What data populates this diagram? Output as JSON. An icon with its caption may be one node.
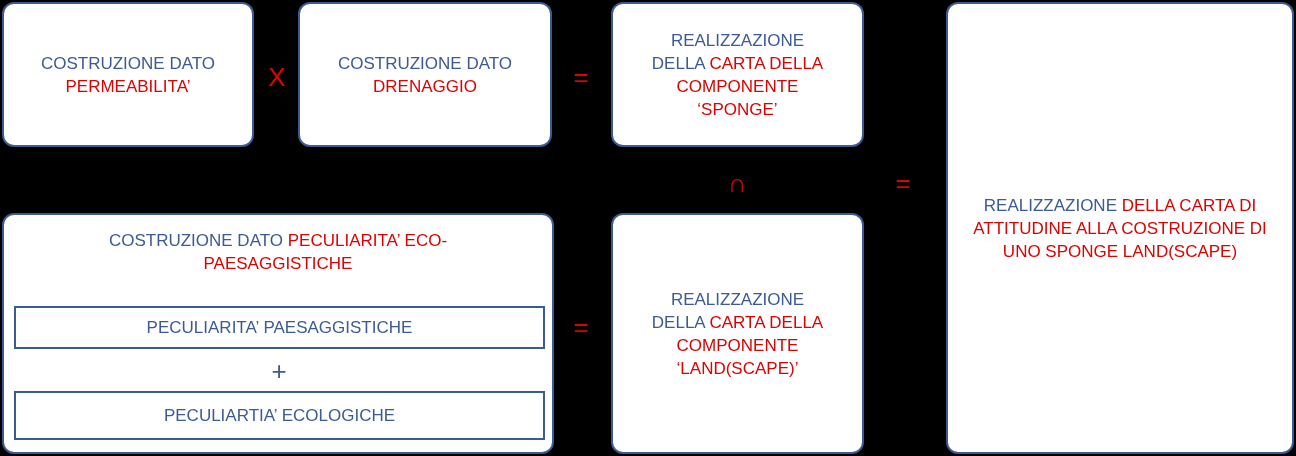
{
  "diagram": {
    "nodes": [
      {
        "text": [
          "COSTRUZIONE DATO",
          "PERMEABILITA’"
        ]
      },
      {
        "text": [
          "COSTRUZIONE DATO",
          "DRENAGGIO"
        ]
      },
      {
        "text": [
          "REALIZZAZIONE DELLA",
          "CARTA DELLA COMPONENTE ‘SPONGE’"
        ]
      },
      {
        "text": [
          "REALIZZAZIONE",
          "DELLA CARTA DI ATTITUDINE ALLA COSTRUZIONE DI UNO SPONGE LAND(SCAPE)"
        ]
      },
      {
        "text": [
          "COSTRUZIONE DATO",
          "PECULIARITA’ ECO-PAESAGGISTICHE"
        ]
      },
      {
        "text": [
          "PECULIARITA’ PAESAGGISTICHE"
        ],
        "in": 4
      },
      {
        "text": [
          "PECULIARTIA’ ECOLOGICHE"
        ],
        "in": 4
      },
      {
        "text": [
          "REALIZZAZIONE DELLA",
          "CARTA DELLA COMPONENTE ‘LAND(SCAPE)’"
        ]
      }
    ],
    "labels": [
      "X",
      "=",
      "∩",
      "=",
      "+",
      "="
    ]
  }
}
